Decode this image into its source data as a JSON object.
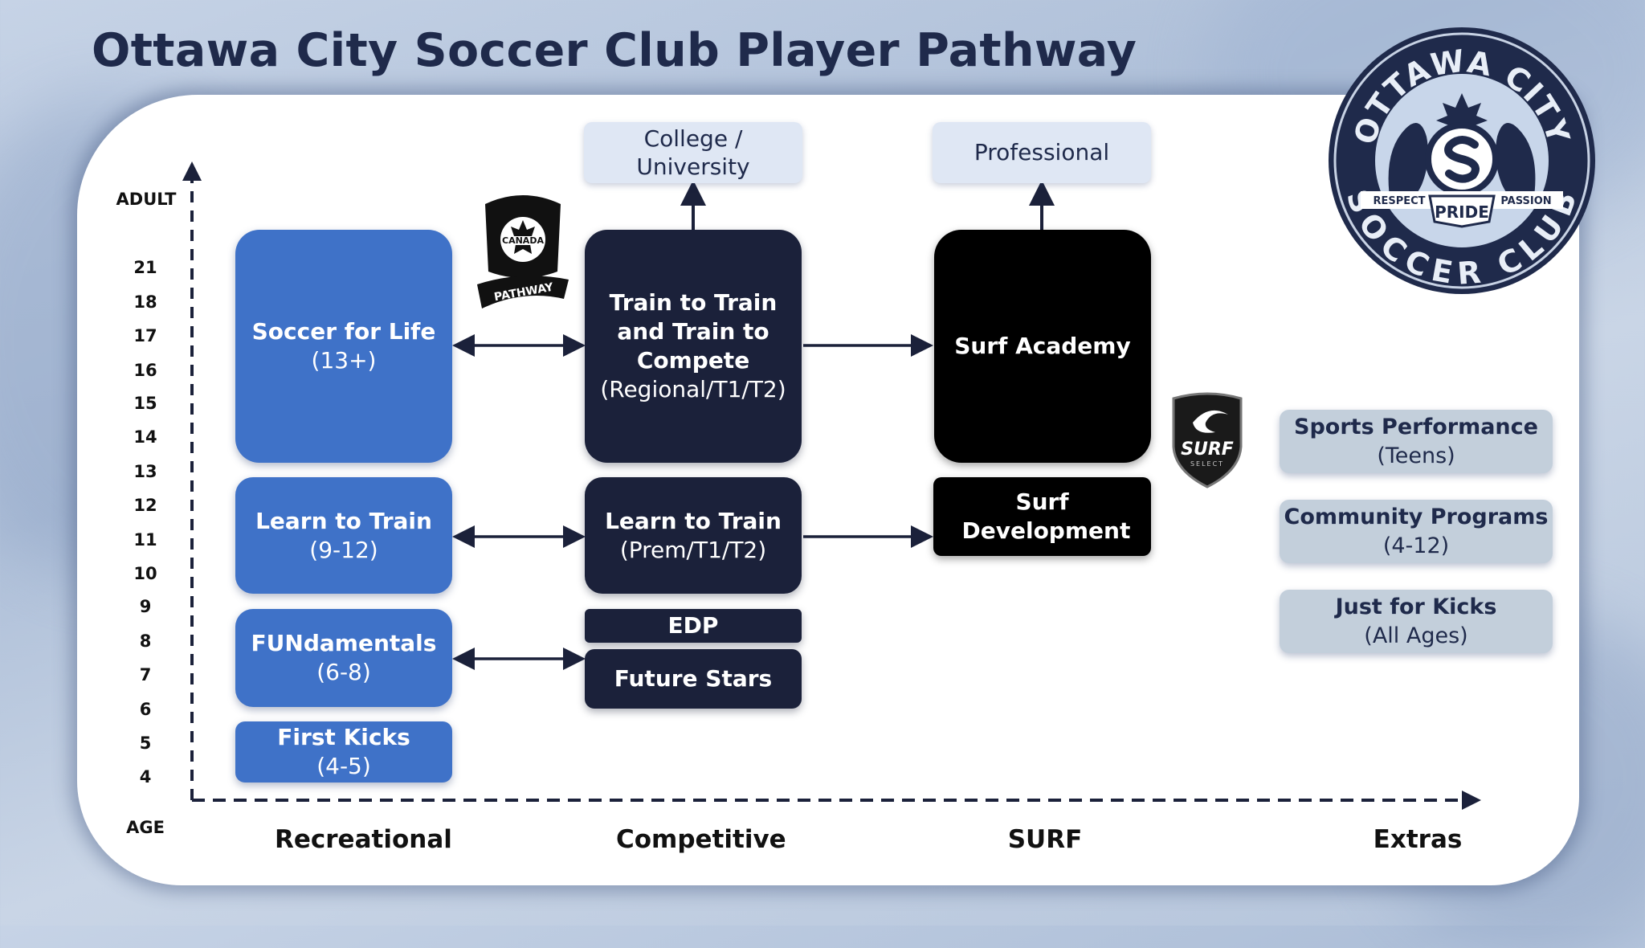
{
  "title": "Ottawa City Soccer Club Player Pathway",
  "axis": {
    "top_label": "ADULT",
    "bottom_label": "AGE",
    "ages": [
      "21",
      "18",
      "17",
      "16",
      "15",
      "14",
      "13",
      "12",
      "11",
      "10",
      "9",
      "8",
      "7",
      "6",
      "5",
      "4"
    ]
  },
  "columns": [
    "Recreational",
    "Competitive",
    "SURF",
    "Extras"
  ],
  "boxes": {
    "soccer_for_life": {
      "title": "Soccer for Life",
      "sub": "(13+)"
    },
    "learn_to_train_rec": {
      "title": "Learn to Train",
      "sub": "(9-12)"
    },
    "fundamentals": {
      "title": "FUNdamentals",
      "sub": "(6-8)"
    },
    "first_kicks": {
      "title": "First Kicks",
      "sub": "(4-5)"
    },
    "college": {
      "title": "College / University"
    },
    "train_to_train": {
      "title": "Train to Train and Train to Compete",
      "sub": "(Regional/T1/T2)"
    },
    "learn_to_train_comp": {
      "title": "Learn to Train",
      "sub": "(Prem/T1/T2)"
    },
    "edp": {
      "title": "EDP"
    },
    "future_stars": {
      "title": "Future Stars"
    },
    "professional": {
      "title": "Professional"
    },
    "surf_academy": {
      "title": "Surf Academy"
    },
    "surf_development": {
      "title": "Surf Development"
    },
    "sports_performance": {
      "title": "Sports Performance",
      "sub": "(Teens)"
    },
    "community_programs": {
      "title": "Community Programs",
      "sub": "(4-12)"
    },
    "just_for_kicks": {
      "title": "Just for Kicks",
      "sub": "(All Ages)"
    }
  },
  "logos": {
    "club": {
      "top": "OTTAWA CITY",
      "bottom": "SOCCER CLUB",
      "left": "RESPECT",
      "right": "PASSION",
      "center": "PRIDE",
      "icon": "lion-maple-crest-icon"
    },
    "canada_pathway": {
      "top": "CANADA",
      "bottom": "PATHWAY",
      "icon": "canada-soccer-crest-icon"
    },
    "surf_select": {
      "main": "SURF",
      "sub": "SELECT",
      "icon": "surf-wave-shield-icon"
    }
  },
  "colors": {
    "recreational": "#3f72c8",
    "competitive": "#1b213a",
    "surf": "#000000",
    "extras": "#c3cfdb",
    "outcome": "#dfe7f4",
    "title": "#1f2a4b"
  }
}
